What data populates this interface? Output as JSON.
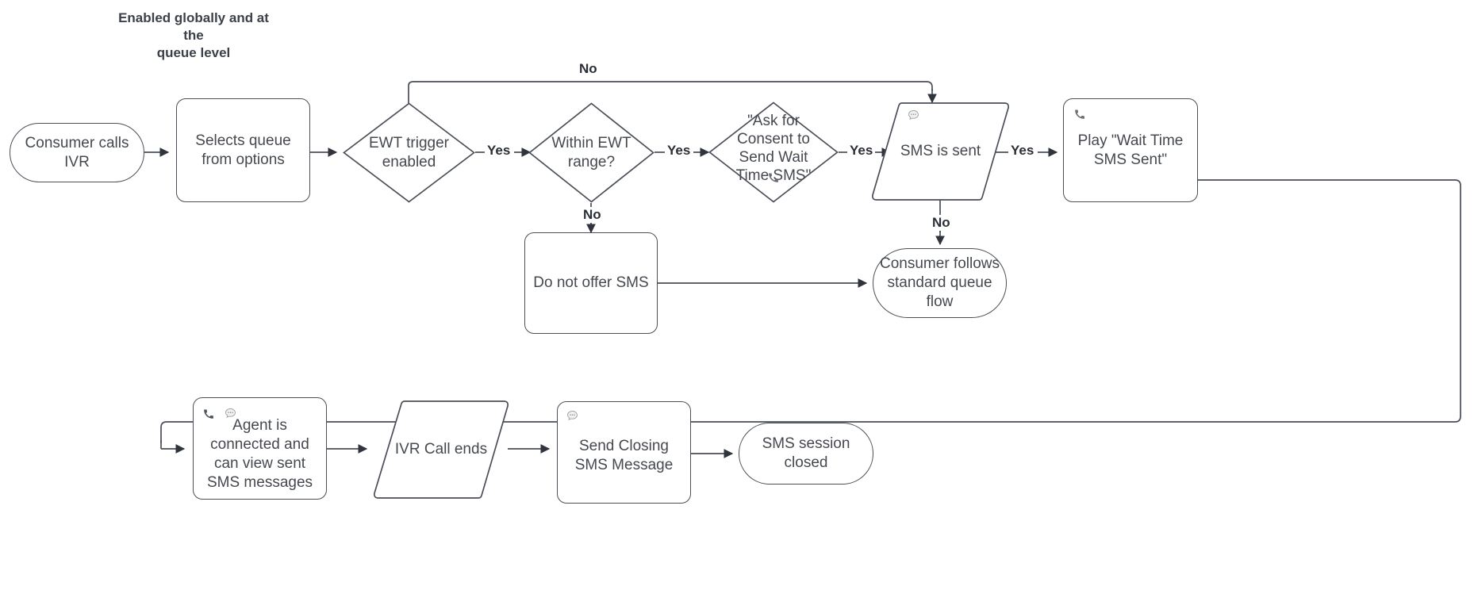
{
  "diagram": {
    "title": "Enabled globally and at the\nqueue level",
    "nodes": [
      {
        "id": "consumer-calls-ivr",
        "label": "Consumer calls IVR",
        "shape": "terminator"
      },
      {
        "id": "selects-queue",
        "label": "Selects queue from options",
        "shape": "process"
      },
      {
        "id": "ewt-trigger-enabled",
        "label": "EWT trigger enabled",
        "shape": "diamond"
      },
      {
        "id": "within-ewt-range",
        "label": "Within EWT range?",
        "shape": "diamond"
      },
      {
        "id": "ask-for-consent",
        "label": "\"Ask for Consent to Send Wait Time SMS\"",
        "shape": "diamond"
      },
      {
        "id": "sms-is-sent",
        "label": "SMS is sent",
        "shape": "parallelogram"
      },
      {
        "id": "play-wait-time-sms-sent",
        "label": "Play \"Wait Time SMS Sent\"",
        "shape": "process"
      },
      {
        "id": "do-not-offer-sms",
        "label": "Do not offer SMS",
        "shape": "process"
      },
      {
        "id": "consumer-follows-queue",
        "label": "Consumer follows standard queue flow",
        "shape": "terminator"
      },
      {
        "id": "agent-connected",
        "label": "Agent is connected and can view sent SMS messages",
        "shape": "process"
      },
      {
        "id": "ivr-call-ends",
        "label": "IVR Call ends",
        "shape": "parallelogram"
      },
      {
        "id": "send-closing-sms",
        "label": "Send Closing SMS Message",
        "shape": "process"
      },
      {
        "id": "sms-session-closed",
        "label": "SMS session closed",
        "shape": "terminator"
      }
    ],
    "edge_labels": {
      "ewt_no": "No",
      "ewt_yes": "Yes",
      "range_yes": "Yes",
      "range_no": "No",
      "consent_yes": "Yes",
      "sms_yes": "Yes",
      "sms_no": "No"
    },
    "icons": {
      "phone": "phone-icon",
      "chat": "chat-bubble-icon"
    },
    "colors": {
      "stroke": "#4a4f58",
      "text": "#45494f",
      "label_text": "#2b2f36",
      "background": "#ffffff"
    }
  }
}
